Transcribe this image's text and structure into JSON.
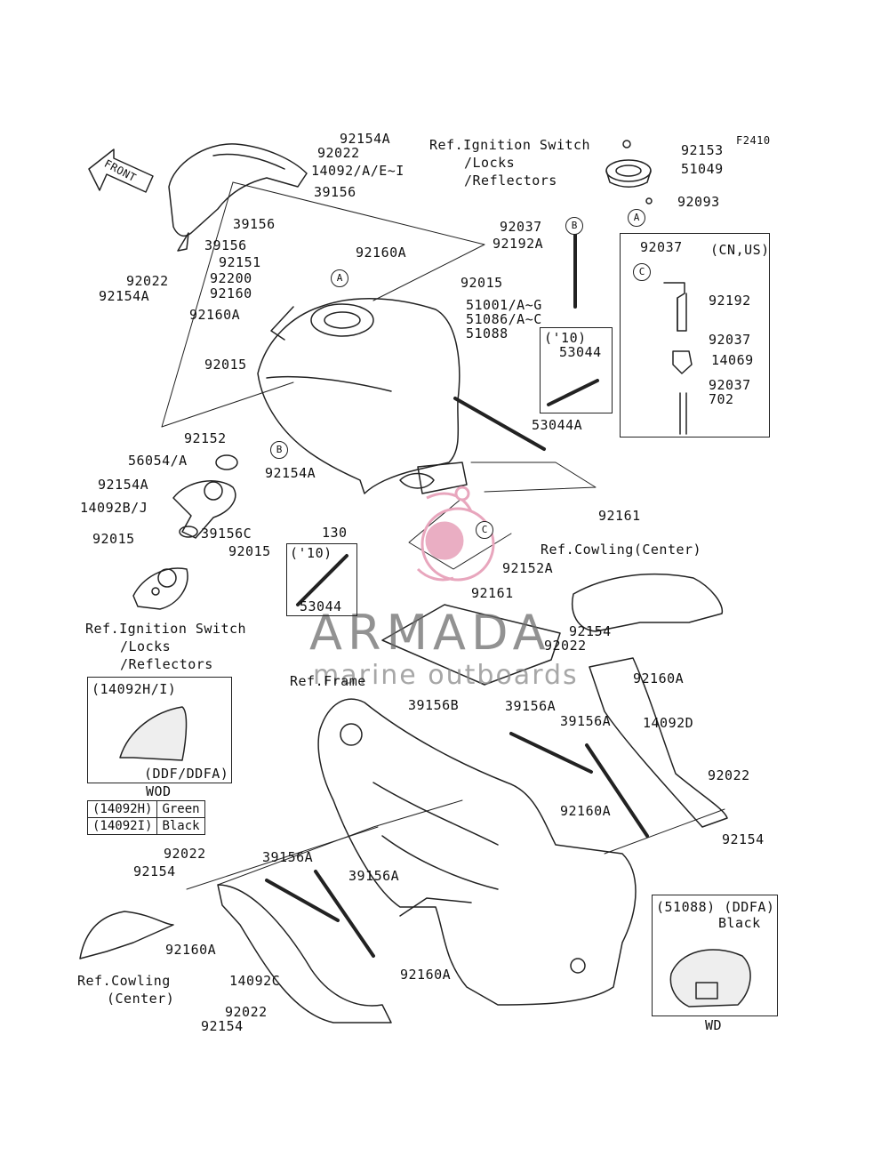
{
  "figure_code": "F2410",
  "front_label": "FRONT",
  "callouts": {
    "A": "A",
    "B": "B",
    "C": "C"
  },
  "parts": {
    "p92154A_top": "92154A",
    "p92022_top": "92022",
    "p14092AE": "14092/A/E~I",
    "p39156_a": "39156",
    "p39156_b": "39156",
    "p39156_c": "39156",
    "p92022_left": "92022",
    "p92154A_left": "92154A",
    "p92151": "92151",
    "p92200": "92200",
    "p92160": "92160",
    "p92160A_a": "92160A",
    "p92160A_b": "92160A",
    "p92015_a": "92015",
    "p92015_b": "92015",
    "p51001": "51001/A~G",
    "p51086": "51086/A~C",
    "p51088": "51088",
    "p92152": "92152",
    "p56054": "56054/A",
    "p92154A_c": "92154A",
    "p92154A_d": "92154A",
    "p14092BJ": "14092B/J",
    "p39156C": "39156C",
    "p92015_c": "92015",
    "p92015_d": "92015",
    "p92153": "92153",
    "p51049": "51049",
    "p92093": "92093",
    "p92037_b": "92037",
    "p92192A": "92192A",
    "p53044A": "53044A",
    "p53044_a": "53044",
    "p53044_b": "53044",
    "p92161_a": "92161",
    "p92161_b": "92161",
    "p130": "130",
    "p92152A": "92152A",
    "p92154_a": "92154",
    "p92022_a": "92022",
    "p92160A_c": "92160A",
    "p14092D": "14092D",
    "p39156A_a": "39156A",
    "p39156A_b": "39156A",
    "p39156A_c": "39156A",
    "p39156A_d": "39156A",
    "p39156B": "39156B",
    "p92022_b": "92022",
    "p92154_b": "92154",
    "p92160A_d": "92160A",
    "p92022_c": "92022",
    "p92154_c": "92154",
    "p92160A_e": "92160A",
    "p92160A_f": "92160A",
    "p14092C": "14092C",
    "p92022_d": "92022",
    "p92154_d": "92154"
  },
  "refs": {
    "ignition_top": [
      "Ref.Ignition Switch",
      "/Locks",
      "/Reflectors"
    ],
    "ignition_left": [
      "Ref.Ignition Switch",
      "/Locks",
      "/Reflectors"
    ],
    "cowling_center_right": "Ref.Cowling(Center)",
    "cowling_center_left": [
      "Ref.Cowling",
      "(Center)"
    ],
    "frame": "Ref.Frame"
  },
  "inset_cn_us": {
    "title": "(CN,US)",
    "p92037_top": "92037",
    "p92192": "92192",
    "p92037_mid": "92037",
    "p14069": "14069",
    "p92037_bot": "92037",
    "p702": "702"
  },
  "inset_10_right": {
    "year": "('10)",
    "part": "53044"
  },
  "inset_10_left": {
    "year": "('10)",
    "part": "53044"
  },
  "inset_14092HI": {
    "title": "(14092H/I)",
    "model": "(DDF/DDFA)",
    "caption": "WOD"
  },
  "color_table": [
    {
      "part": "(14092H)",
      "color": "Green"
    },
    {
      "part": "(14092I)",
      "color": "Black"
    }
  ],
  "inset_51088": {
    "title": "(51088) (DDFA)",
    "color": "Black",
    "caption": "WD"
  },
  "watermark": {
    "brand": "ARMADA",
    "tagline": "marine outboards"
  },
  "colors": {
    "line": "#222222",
    "watermark_pink": "#e8a6bd",
    "watermark_gray": "#6e6e6e"
  }
}
